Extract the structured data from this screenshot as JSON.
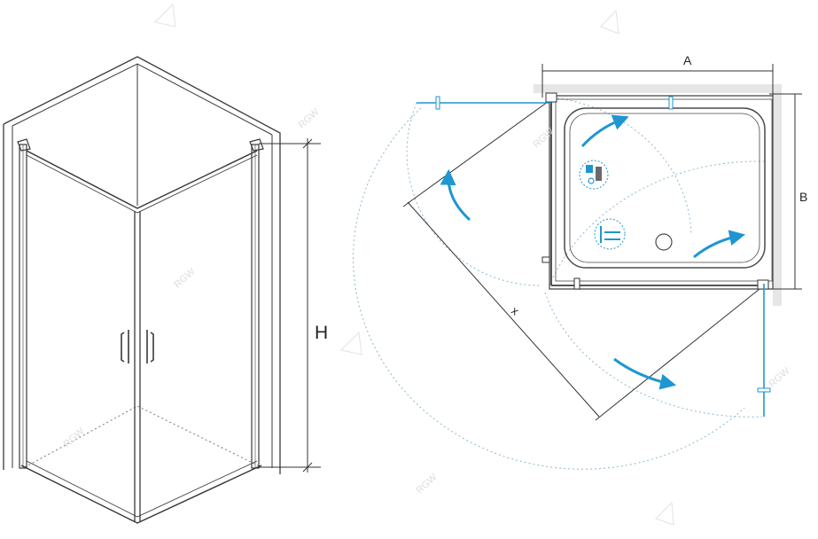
{
  "labels": {
    "height": "H",
    "width_a": "A",
    "depth_b": "B",
    "diagonal_x": "x"
  },
  "watermark": "RGW",
  "colors": {
    "line": "#3a3a3a",
    "glass_frame": "#555555",
    "accent_blue": "#1e96d2",
    "swing_dotted": "#8fb8cc",
    "wall": "#e6e6e6",
    "watermark": "#d9d9d9"
  },
  "icons": [
    "clockwise-arrow-icon",
    "counterclockwise-arrow-icon",
    "hinge-detail-icon",
    "seal-detail-icon"
  ]
}
